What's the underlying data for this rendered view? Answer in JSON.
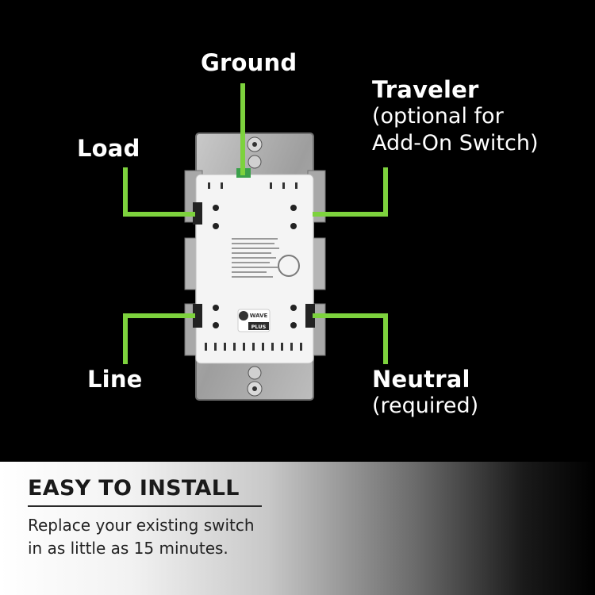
{
  "labels": {
    "ground": "Ground",
    "load": "Load",
    "traveler": "Traveler",
    "traveler_note_line1": "(optional for",
    "traveler_note_line2": "Add-On Switch)",
    "line": "Line",
    "neutral": "Neutral",
    "neutral_note": "(required)"
  },
  "badge": {
    "brand": "WAVE",
    "sub": "PLUS"
  },
  "banner": {
    "title": "EASY TO INSTALL",
    "line1": "Replace your existing switch",
    "line2": "in as little as 15 minutes."
  },
  "colors": {
    "wire": "#7dd23d",
    "background": "#000000",
    "label_text": "#ffffff"
  }
}
